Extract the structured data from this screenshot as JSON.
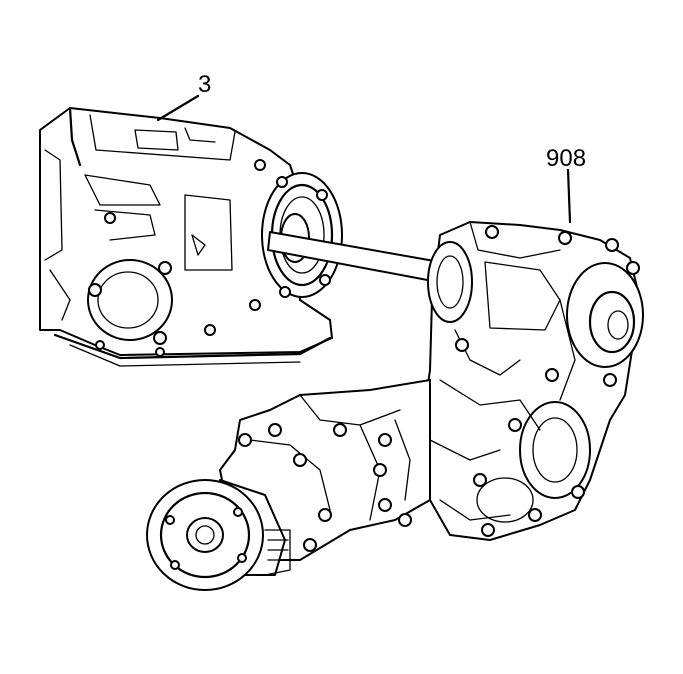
{
  "callouts": [
    {
      "id": "transmission",
      "label": "3"
    },
    {
      "id": "transfer-case",
      "label": "908"
    }
  ],
  "colors": {
    "line": "#000000",
    "background": "#ffffff"
  }
}
